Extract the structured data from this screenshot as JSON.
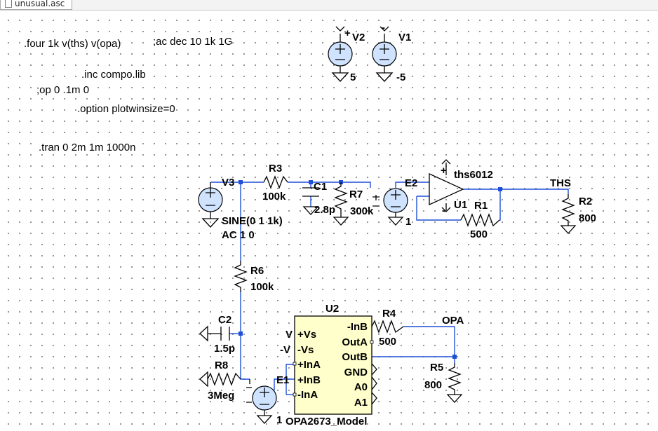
{
  "tab": {
    "title": "unusual.asc"
  },
  "directives": {
    "four": ".four 1k v(ths) v(opa)",
    "ac": ";ac dec 10 1k 1G",
    "inc": ".inc compo.lib",
    "op": ";op 0 .1m 0",
    "option": ".option plotwinsize=0",
    "tran": ".tran 0 2m 1m 1000n"
  },
  "components": {
    "V1": {
      "name": "V1",
      "value": "-5",
      "net": "-"
    },
    "V2": {
      "name": "V2",
      "value": "5",
      "net": "+"
    },
    "V3": {
      "name": "V3",
      "value": "SINE(0 1 1k)",
      "value2": "AC 1 0"
    },
    "R1": {
      "name": "R1",
      "value": "500"
    },
    "R2": {
      "name": "R2",
      "value": "800"
    },
    "R3": {
      "name": "R3",
      "value": "100k"
    },
    "R4": {
      "name": "R4",
      "value": "500"
    },
    "R5": {
      "name": "R5",
      "value": "800"
    },
    "R6": {
      "name": "R6",
      "value": "100k"
    },
    "R7": {
      "name": "R7",
      "value": "300k"
    },
    "R8": {
      "name": "R8",
      "value": "3Meg"
    },
    "C1": {
      "name": "C1",
      "value": "2.8p"
    },
    "C2": {
      "name": "C2",
      "value": "1.5p"
    },
    "E1": {
      "name": "E1",
      "value": "1"
    },
    "E2": {
      "name": "E2",
      "value": "1"
    },
    "U1": {
      "name": "U1",
      "model": "ths6012",
      "vplus": "+",
      "vminus": "-"
    },
    "U2": {
      "name": "U2",
      "model": "OPA2673_Model",
      "pins_left": [
        "+Vs",
        "-Vs",
        "+InA",
        "+InB",
        "-InA"
      ],
      "pins_right": [
        "-InB",
        "OutA",
        "OutB",
        "GND",
        "A0",
        "A1"
      ],
      "net_vplus": "V",
      "net_vminus": "-V"
    }
  },
  "nets": {
    "ths": "THS",
    "opa": "OPA"
  }
}
